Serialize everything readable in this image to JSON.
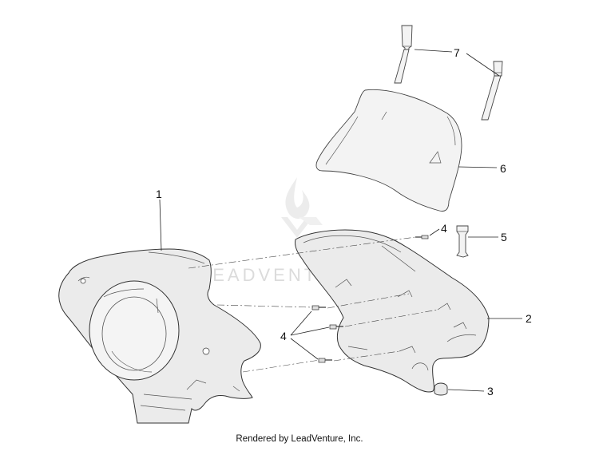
{
  "diagram": {
    "callouts": {
      "c1": "1",
      "c2": "2",
      "c3": "3",
      "c4a": "4",
      "c4b": "4",
      "c5": "5",
      "c6": "6",
      "c7": "7"
    },
    "watermark": "LEADVENTURE",
    "footer": "Rendered by LeadVenture, Inc."
  }
}
